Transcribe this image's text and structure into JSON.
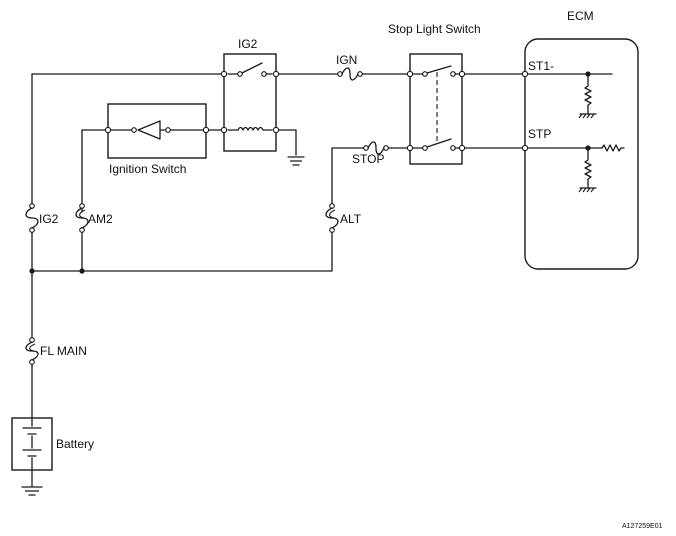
{
  "labels": {
    "ecm": "ECM",
    "stop_light_switch": "Stop Light Switch",
    "ig2_relay": "IG2",
    "ign_fuse": "IGN",
    "st1_terminal": "ST1-",
    "stp_terminal": "STP",
    "stop_fuse": "STOP",
    "ignition_switch": "Ignition Switch",
    "ig2_fuse": "IG2",
    "am2_fuse": "AM2",
    "alt_fuse": "ALT",
    "fl_main_fuse": "FL MAIN",
    "battery": "Battery",
    "figure_code": "A127259E01"
  }
}
